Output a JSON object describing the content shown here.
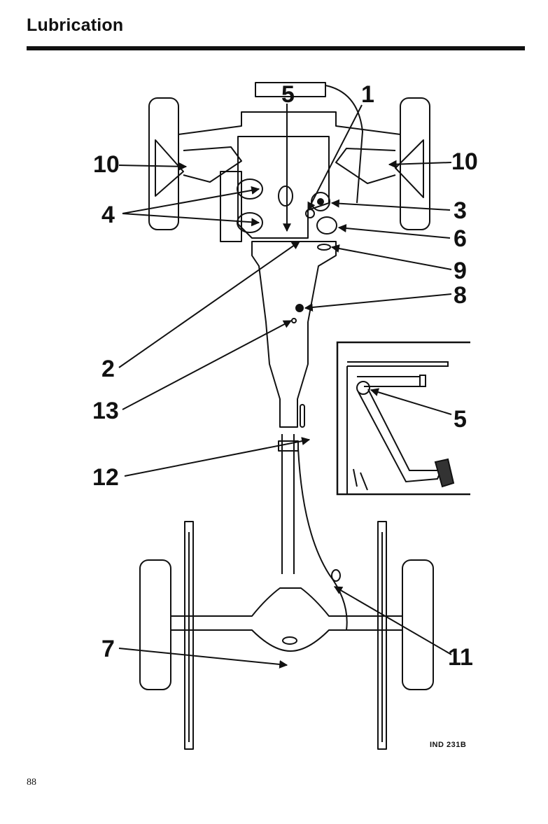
{
  "header": {
    "title": "Lubrication"
  },
  "callouts": {
    "n1": "1",
    "n2": "2",
    "n3": "3",
    "n4": "4",
    "n5_top": "5",
    "n5_inset": "5",
    "n6": "6",
    "n7": "7",
    "n8": "8",
    "n9": "9",
    "n10_left": "10",
    "n10_right": "10",
    "n11": "11",
    "n12": "12",
    "n13": "13"
  },
  "figure": {
    "code": "IND 231B"
  },
  "footer": {
    "page_number": "88"
  },
  "colors": {
    "ink": "#111111",
    "paper": "#ffffff"
  }
}
